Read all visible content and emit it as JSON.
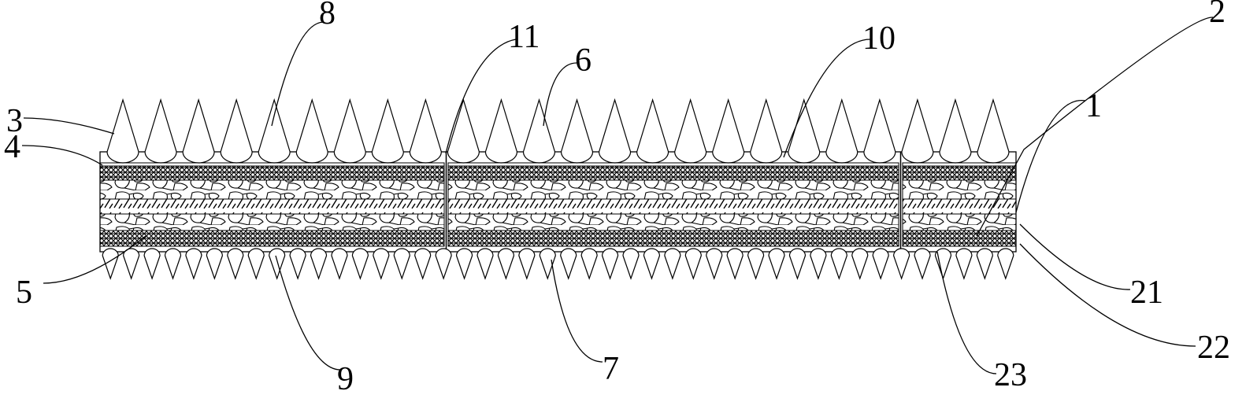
{
  "figure": {
    "labels": {
      "l1": "1",
      "l2": "2",
      "l3": "3",
      "l4": "4",
      "l5": "5",
      "l6": "6",
      "l7": "7",
      "l8": "8",
      "l9": "9",
      "l10": "10",
      "l11": "11",
      "l21": "21",
      "l22": "22",
      "l23": "23"
    },
    "colors": {
      "line": "#000000",
      "background": "#ffffff"
    },
    "top_cone_count": 24,
    "bottom_cone_count": 44,
    "segments": 3
  }
}
